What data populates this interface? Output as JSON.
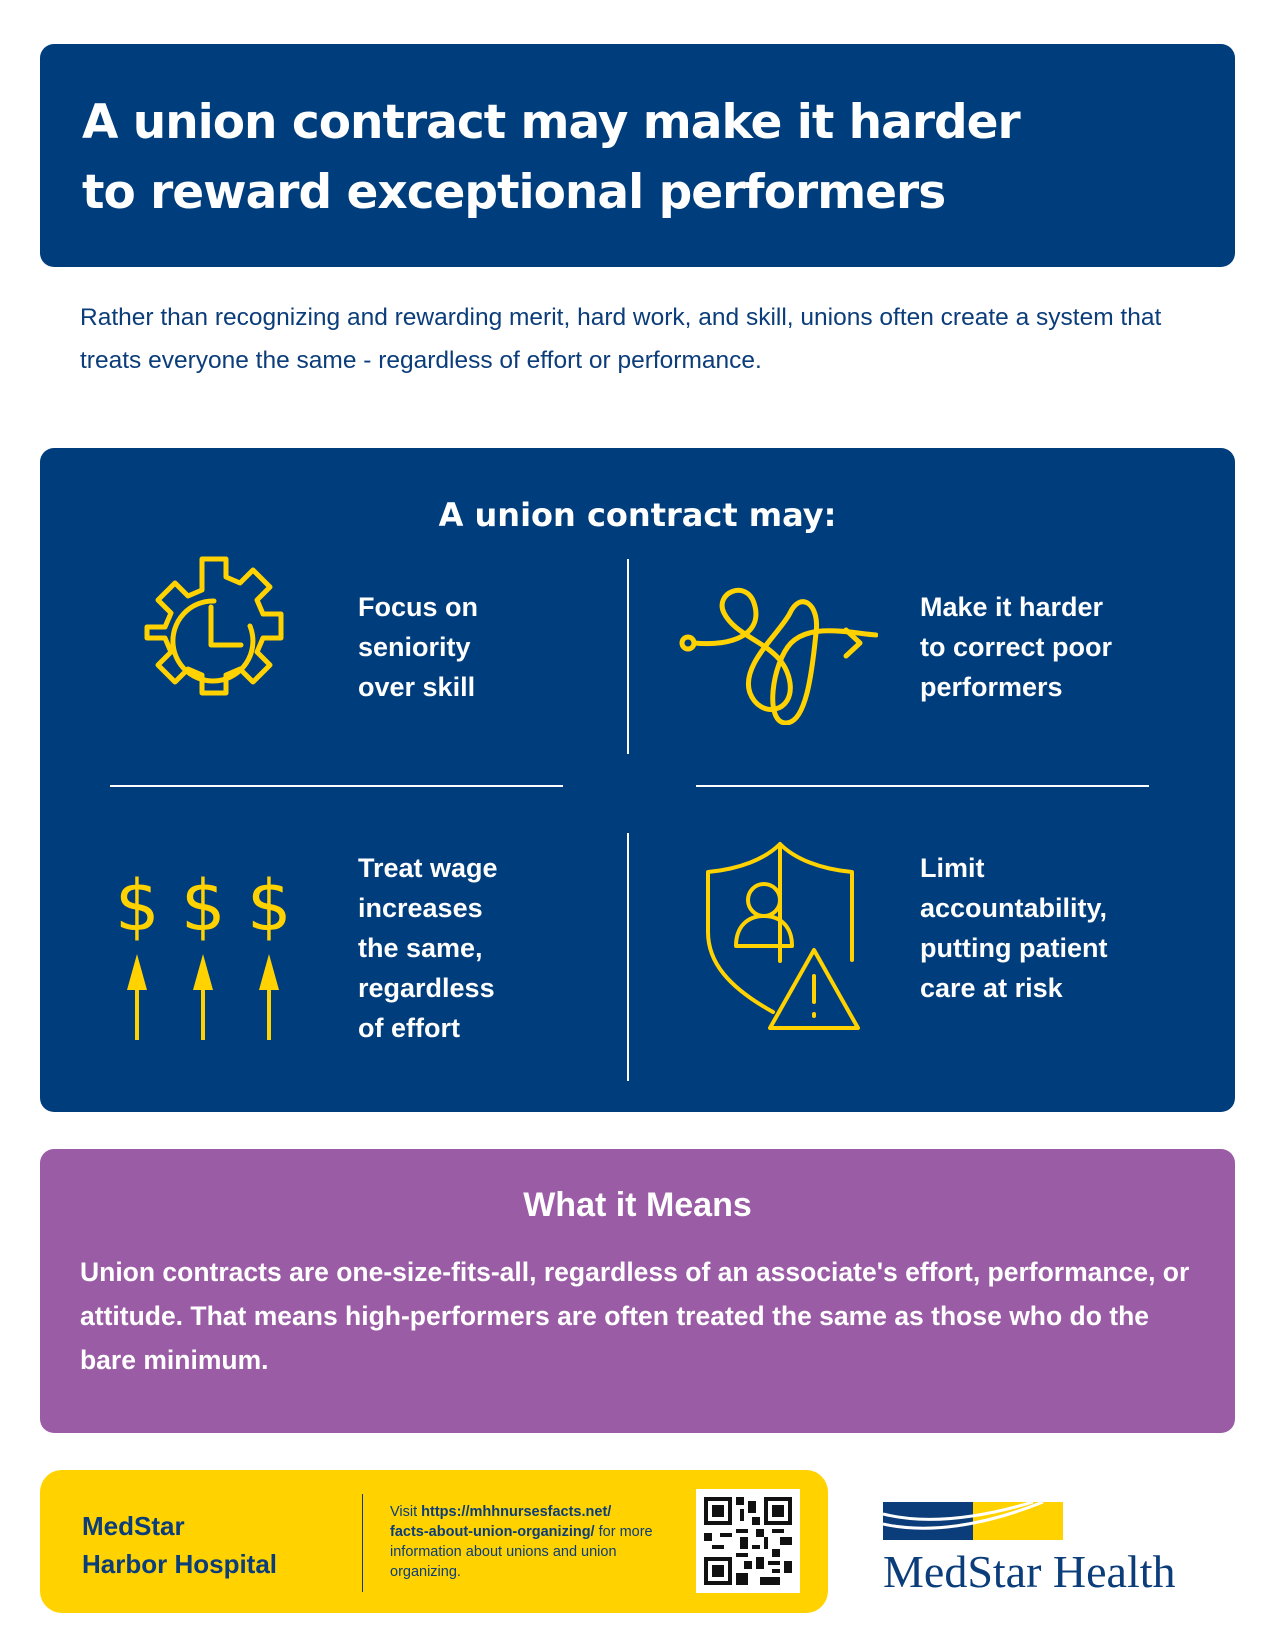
{
  "header": {
    "title_line1": "A union contract may make it harder",
    "title_line2": "to reward exceptional performers"
  },
  "intro": "Rather than recognizing and rewarding merit, hard work, and skill, unions often create a system that treats everyone the same - regardless of effort or performance.",
  "panel": {
    "title": "A union contract may:",
    "items": [
      {
        "icon": "gear-clock-icon",
        "lines": [
          "Focus on",
          "seniority",
          "over skill"
        ]
      },
      {
        "icon": "tangled-path-arrow-icon",
        "lines": [
          "Make it harder",
          "to correct poor",
          "performers"
        ]
      },
      {
        "icon": "dollar-arrows-icon",
        "lines": [
          "Treat wage",
          "increases",
          "the same,",
          "regardless",
          "of effort"
        ]
      },
      {
        "icon": "shield-person-warning-icon",
        "lines": [
          "Limit",
          "accountability,",
          "putting patient",
          "care at risk"
        ]
      }
    ]
  },
  "means": {
    "title": "What it Means",
    "text": "Union contracts are one-size-fits-all, regardless of an associate's effort, performance, or attitude. That means high-performers are often treated the same as those who do the bare minimum."
  },
  "footer": {
    "hospital_line1": "MedStar",
    "hospital_line2": "Harbor Hospital",
    "visit_prefix": "Visit ",
    "url_line1": "https://mhhnursesfacts.net/",
    "url_line2": "facts-about-union-organizing/",
    "visit_suffix": " for more information about unions and union organizing.",
    "logo": "MedStar Health"
  },
  "colors": {
    "blue": "#003d7c",
    "yellow": "#ffd200",
    "purple": "#9b5ca6"
  }
}
